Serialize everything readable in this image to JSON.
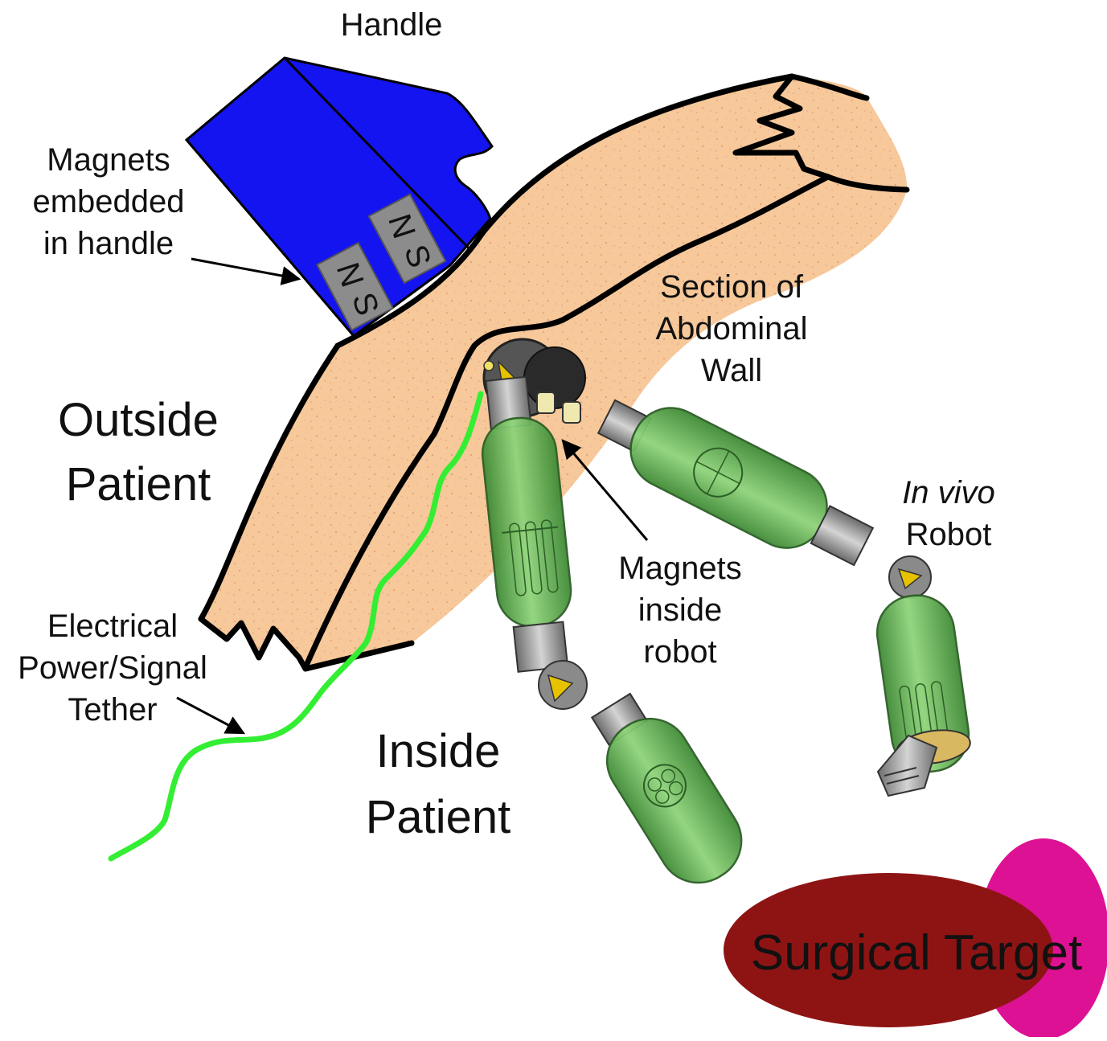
{
  "labels": {
    "handle": "Handle",
    "magnets_handle": [
      "Magnets",
      "embedded",
      "in handle"
    ],
    "abdominal_wall": [
      "Section of",
      "Abdominal",
      "Wall"
    ],
    "outside_patient": [
      "Outside",
      "Patient"
    ],
    "inside_patient": [
      "Inside",
      "Patient"
    ],
    "in_vivo_robot": [
      "In vivo",
      "Robot"
    ],
    "magnets_robot": [
      "Magnets",
      "inside",
      "robot"
    ],
    "tether": [
      "Electrical",
      "Power/Signal",
      "Tether"
    ],
    "surgical_target": "Surgical Target"
  },
  "magnet_poles": {
    "north": "N",
    "south": "S"
  },
  "colors": {
    "handle": "#1414f0",
    "abdominal_wall": "#f6c89a",
    "tether": "#33ee33",
    "robot_body": "#5fae4c",
    "robot_metal": "#9a9a9a",
    "magnet_block": "#8c8c8c",
    "target_dark": "#8e1414",
    "target_pink": "#dd1193",
    "outline": "#000000"
  }
}
